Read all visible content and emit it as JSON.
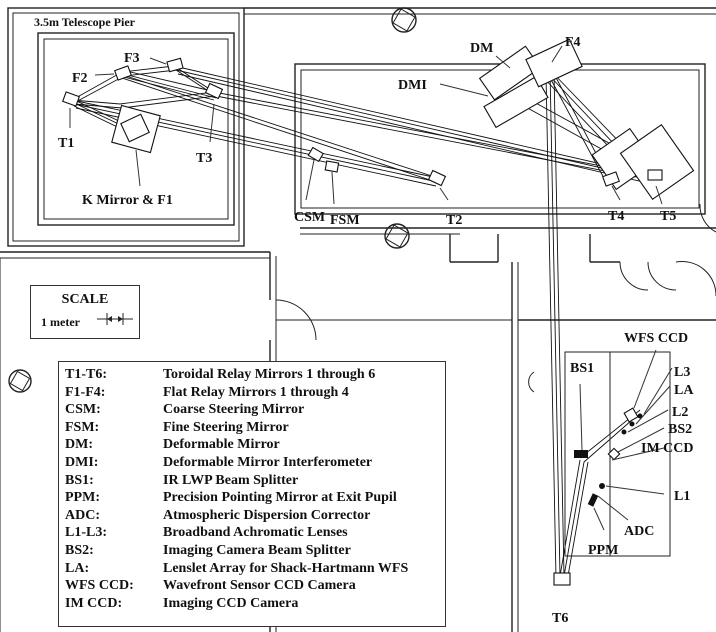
{
  "title": "3.5m Telescope Pier",
  "scale": {
    "title": "SCALE",
    "value": "1 meter"
  },
  "labels": {
    "T1": "T1",
    "T2": "T2",
    "T3": "T3",
    "T4": "T4",
    "T5": "T5",
    "T6": "T6",
    "F2": "F2",
    "F3": "F3",
    "F4": "F4",
    "kmirror": "K Mirror & F1",
    "DM": "DM",
    "DMI": "DMI",
    "CSM": "CSM",
    "FSM": "FSM",
    "BS1": "BS1",
    "PPM": "PPM",
    "ADC": "ADC",
    "WFSCCD": "WFS CCD",
    "L3": "L3",
    "LA": "LA",
    "L2": "L2",
    "BS2": "BS2",
    "IMCCD": "IM CCD",
    "L1": "L1"
  },
  "legend": [
    {
      "abbr": "T1-T6:",
      "desc": "Toroidal Relay Mirrors 1 through 6"
    },
    {
      "abbr": "F1-F4:",
      "desc": "Flat Relay Mirrors 1 through 4"
    },
    {
      "abbr": "CSM:",
      "desc": "Coarse Steering Mirror"
    },
    {
      "abbr": "FSM:",
      "desc": "Fine Steering Mirror"
    },
    {
      "abbr": "DM:",
      "desc": "Deformable Mirror"
    },
    {
      "abbr": "DMI:",
      "desc": "Deformable Mirror Interferometer"
    },
    {
      "abbr": "BS1:",
      "desc": "IR LWP Beam Splitter"
    },
    {
      "abbr": "PPM:",
      "desc": "Precision Pointing Mirror at Exit Pupil"
    },
    {
      "abbr": "ADC:",
      "desc": "Atmospheric Dispersion Corrector"
    },
    {
      "abbr": "L1-L3:",
      "desc": "Broadband Achromatic Lenses"
    },
    {
      "abbr": "BS2:",
      "desc": "Imaging Camera Beam Splitter"
    },
    {
      "abbr": "LA:",
      "desc": "Lenslet Array for Shack-Hartmann WFS"
    },
    {
      "abbr": "WFS CCD:",
      "desc": "Wavefront Sensor CCD Camera"
    },
    {
      "abbr": "IM CCD:",
      "desc": "Imaging CCD Camera"
    }
  ]
}
